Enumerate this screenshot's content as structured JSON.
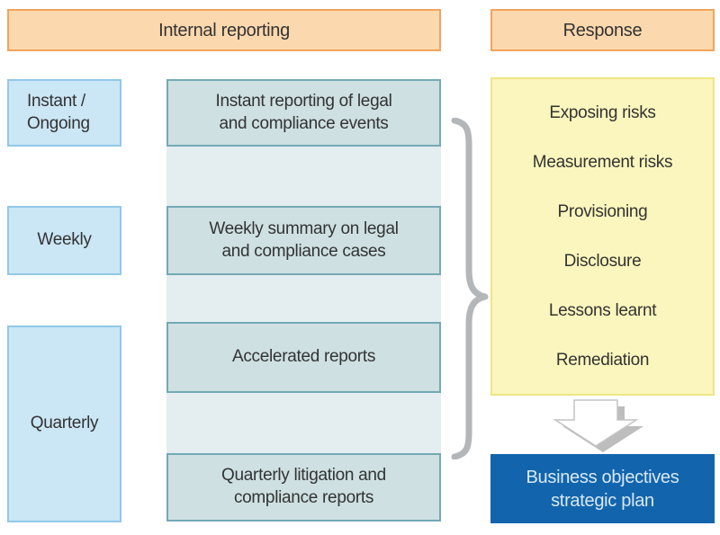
{
  "headers": {
    "internal_reporting": "Internal reporting",
    "response": "Response"
  },
  "frequencies": {
    "instant": "Instant /\nOngoing",
    "weekly": "Weekly",
    "quarterly": "Quarterly"
  },
  "reports": {
    "instant": "Instant reporting of legal\nand compliance events",
    "weekly": "Weekly summary on legal\nand compliance cases",
    "accelerated": "Accelerated reports",
    "quarterly": "Quarterly litigation and\ncompliance reports"
  },
  "responses": [
    "Exposing risks",
    "Measurement risks",
    "Provisioning",
    "Disclosure",
    "Lessons learnt",
    "Remediation"
  ],
  "outcome": "Business objectives\nstrategic plan",
  "icons": {
    "brace": "curly-brace",
    "arrow": "down-arrow"
  },
  "colors": {
    "header_fill": "#fcd8ae",
    "header_border": "#f2a45c",
    "frequency_fill": "#cbe6f5",
    "frequency_border": "#90c9e9",
    "report_fill": "#cee0e2",
    "report_border": "#74a9b4",
    "report_track": "#e4edef",
    "response_fill": "#fbf6bd",
    "response_border": "#f0e683",
    "outcome_fill": "#1265ad",
    "outcome_text": "#d9e8f5",
    "connector_gray": "#b3b7ba",
    "text": "#333333"
  }
}
